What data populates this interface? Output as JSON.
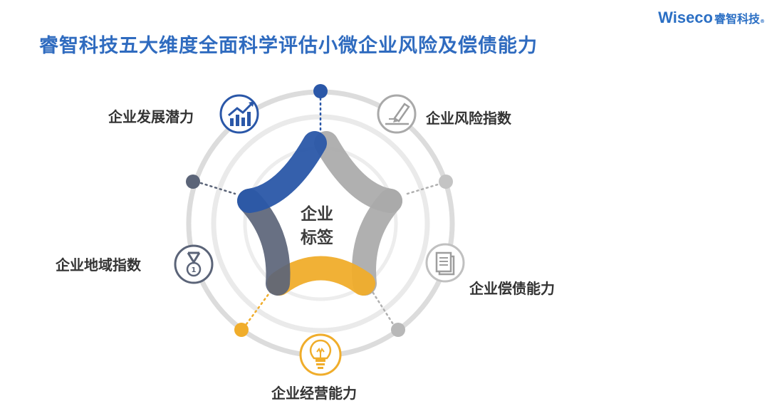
{
  "title": "睿智科技五大维度全面科学评估小微企业风险及偿债能力",
  "logo": {
    "latin": "Wiseco",
    "cn": "睿智科技",
    "reg": "®"
  },
  "center": {
    "line1": "企业",
    "line2": "标签"
  },
  "dimensions": {
    "development": {
      "label": "企业发展潜力",
      "icon": "growth-chart-icon",
      "color": "#2a57a8"
    },
    "risk": {
      "label": "企业风险指数",
      "icon": "pencil-document-icon",
      "color": "#9e9e9e"
    },
    "region": {
      "label": "企业地域指数",
      "icon": "medal-icon",
      "color": "#5b6478"
    },
    "solvency": {
      "label": "企业偿债能力",
      "icon": "document-icon",
      "color": "#9e9e9e"
    },
    "operation": {
      "label": "企业经营能力",
      "icon": "lightbulb-icon",
      "color": "#f0ad2b"
    }
  },
  "colors": {
    "title": "#2f6bbf",
    "blue": "#2a57a8",
    "navy": "#5b6478",
    "gray": "#a9a9a9",
    "gold": "#f0ad2b"
  }
}
